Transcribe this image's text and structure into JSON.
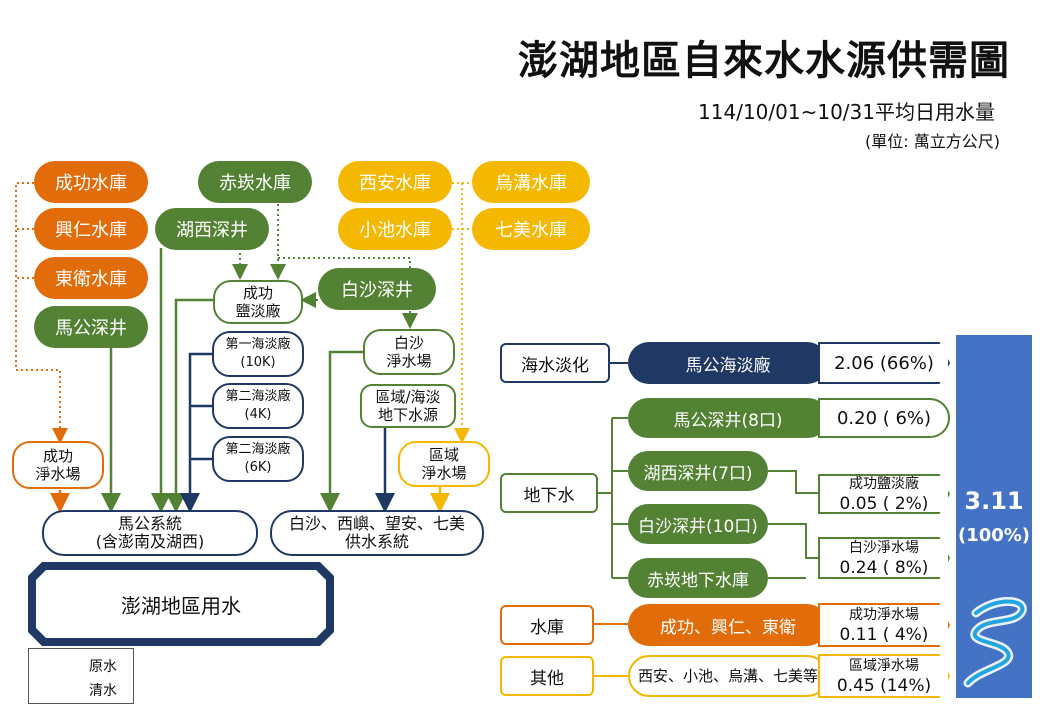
{
  "title": "澎湖地區自來水水源供需圖",
  "subtitle": "114/10/01~10/31平均日用水量",
  "unit": "(單位: 萬立方公尺)",
  "sources": {
    "chenggong_reservoir": "成功水庫",
    "xingren_reservoir": "興仁水庫",
    "dongwei_reservoir": "東衛水庫",
    "magong_deepwell": "馬公深井",
    "chikan_reservoir": "赤崁水庫",
    "huxi_deepwell": "湖西深井",
    "xian_reservoir": "西安水庫",
    "wugou_reservoir": "烏溝水庫",
    "xiaochi_reservoir": "小池水庫",
    "qimei_reservoir": "七美水庫",
    "baisha_deepwell": "白沙深井"
  },
  "plants": {
    "chenggong_desal": "成功\n鹽淡廠",
    "desal_1": "第一海淡廠\n(10K)",
    "desal_2_4k": "第二海淡廠\n(4K)",
    "desal_2_6k": "第二海淡廠\n(6K)",
    "baisha_wtp": "白沙\n淨水場",
    "regional_underground": "區域/海淡\n地下水源",
    "chenggong_wtp": "成功\n淨水場",
    "regional_wtp": "區域\n淨水場"
  },
  "systems": {
    "magong": "馬公系統\n(含澎南及湖西)",
    "baisha": "白沙、西嶼、望安、七美\n供水系統"
  },
  "total_use_label": "澎湖地區用水",
  "legend": {
    "raw": "原水",
    "clean": "清水"
  },
  "breakdown": {
    "desalination": {
      "category": "海水淡化",
      "item": "馬公海淡廠",
      "value": "2.06 (66%)"
    },
    "groundwater": {
      "category": "地下水",
      "items": [
        "馬公深井(8口)",
        "湖西深井(7口)",
        "白沙深井(10口)",
        "赤崁地下水庫"
      ],
      "magong_value": "0.20 ( 6%)",
      "sub1_label": "成功鹽淡廠",
      "sub1_value": "0.05 ( 2%)",
      "sub2_label": "白沙淨水場",
      "sub2_value": "0.24 ( 8%)"
    },
    "reservoir": {
      "category": "水庫",
      "item": "成功、興仁、東衛",
      "label": "成功淨水場",
      "value": "0.11 ( 4%)"
    },
    "other": {
      "category": "其他",
      "item": "西安、小池、烏溝、七美等",
      "label": "區域淨水場",
      "value": "0.45 (14%)"
    }
  },
  "total": {
    "value": "3.11",
    "percent": "(100%)"
  },
  "colors": {
    "orange": "#e36c0a",
    "green": "#548235",
    "yellow": "#f5b800",
    "navy": "#1f3864",
    "blue": "#4472c4"
  }
}
